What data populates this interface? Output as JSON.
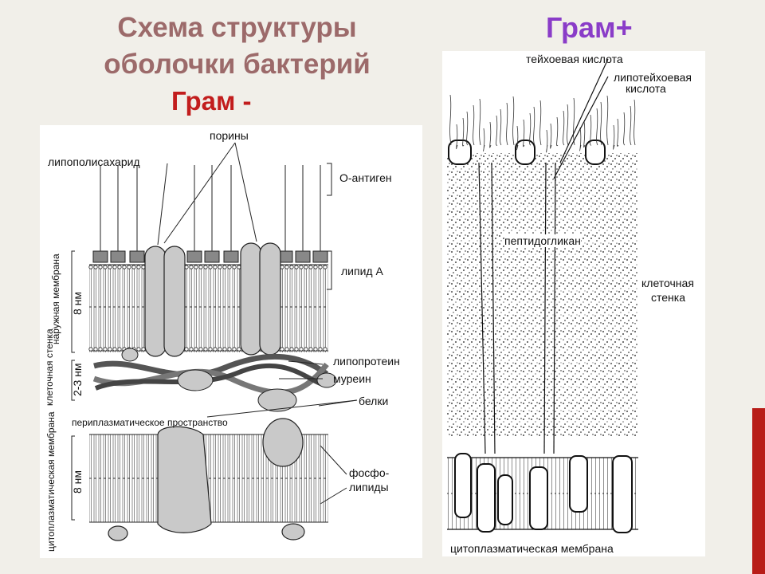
{
  "slide": {
    "title": "Схема структуры оболочки бактерий",
    "gram_negative_heading": "Грам -",
    "gram_positive_heading": "Грам+",
    "accent_color": "#b81d18"
  },
  "gram_negative": {
    "labels": {
      "lps": "липополисахарид",
      "porins": "порины",
      "o_antigen": "О-антиген",
      "lipid_a": "липид А",
      "outer_membrane": "наружная мембрана",
      "outer_thickness": "8 нм",
      "lipoprotein": "липопротеин",
      "murein": "муреин",
      "proteins": "белки",
      "cell_wall": "клеточная стенка",
      "wall_thickness": "2-3 нм",
      "periplasmic": "периплазматическое пространство",
      "phospholipids_1": "фосфо-",
      "phospholipids_2": "липиды",
      "cyto_membrane": "цитоплазматическая мембрана",
      "cyto_thickness": "8 нм"
    }
  },
  "gram_positive": {
    "labels": {
      "teichoic": "тейхоевая кислота",
      "lipoteichoic_1": "липотейхоевая",
      "lipoteichoic_2": "кислота",
      "peptidoglycan": "пептидогликан",
      "cell_wall_1": "клеточная",
      "cell_wall_2": "стенка",
      "cyto_membrane": "цитоплазматическая мембрана"
    }
  }
}
